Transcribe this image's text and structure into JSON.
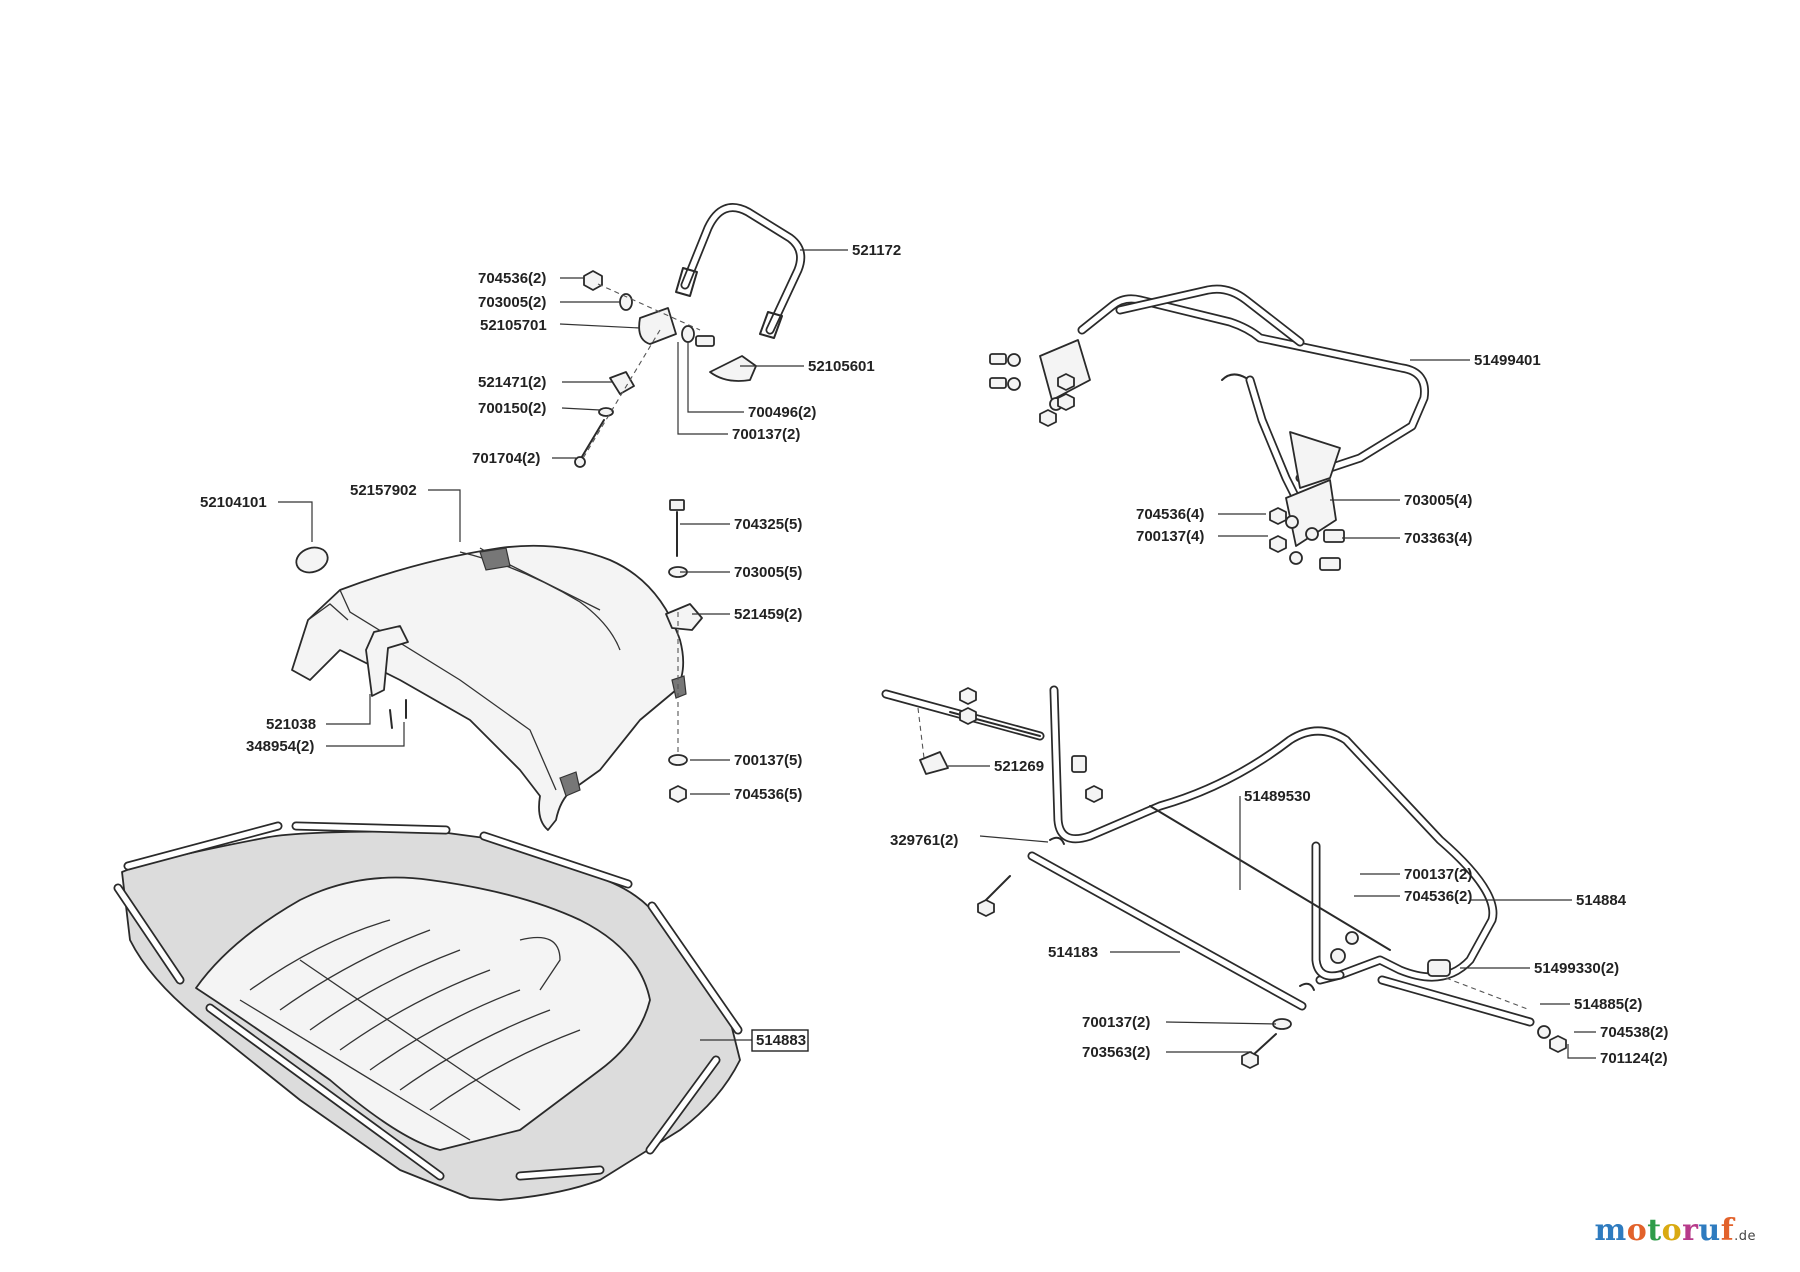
{
  "watermark": {
    "letters": [
      "m",
      "o",
      "t",
      "o",
      "r",
      "u",
      "f"
    ],
    "tld": ".de"
  },
  "parts": [
    {
      "id": "521172",
      "label": "521172"
    },
    {
      "id": "704536-2-top",
      "label": "704536(2)"
    },
    {
      "id": "703005-2",
      "label": "703005(2)"
    },
    {
      "id": "52105701",
      "label": "52105701"
    },
    {
      "id": "52105601",
      "label": "52105601"
    },
    {
      "id": "521471-2",
      "label": "521471(2)"
    },
    {
      "id": "700150-2",
      "label": "700150(2)"
    },
    {
      "id": "700496-2",
      "label": "700496(2)"
    },
    {
      "id": "700137-2-top",
      "label": "700137(2)"
    },
    {
      "id": "701704-2",
      "label": "701704(2)"
    },
    {
      "id": "51499401",
      "label": "51499401"
    },
    {
      "id": "704536-4",
      "label": "704536(4)"
    },
    {
      "id": "700137-4",
      "label": "700137(4)"
    },
    {
      "id": "703005-4",
      "label": "703005(4)"
    },
    {
      "id": "703363-4",
      "label": "703363(4)"
    },
    {
      "id": "52104101",
      "label": "52104101"
    },
    {
      "id": "52157902",
      "label": "52157902"
    },
    {
      "id": "704325-5",
      "label": "704325(5)"
    },
    {
      "id": "703005-5",
      "label": "703005(5)"
    },
    {
      "id": "521459-2",
      "label": "521459(2)"
    },
    {
      "id": "521038",
      "label": "521038"
    },
    {
      "id": "348954-2",
      "label": "348954(2)"
    },
    {
      "id": "700137-5",
      "label": "700137(5)"
    },
    {
      "id": "704536-5",
      "label": "704536(5)"
    },
    {
      "id": "521269",
      "label": "521269"
    },
    {
      "id": "51489530",
      "label": "51489530"
    },
    {
      "id": "329761-2",
      "label": "329761(2)"
    },
    {
      "id": "700137-2-mid",
      "label": "700137(2)"
    },
    {
      "id": "704536-2-mid",
      "label": "704536(2)"
    },
    {
      "id": "514884",
      "label": "514884"
    },
    {
      "id": "514183",
      "label": "514183"
    },
    {
      "id": "51499330-2",
      "label": "51499330(2)"
    },
    {
      "id": "514885-2",
      "label": "514885(2)"
    },
    {
      "id": "704538-2",
      "label": "704538(2)"
    },
    {
      "id": "701124-2",
      "label": "701124(2)"
    },
    {
      "id": "700137-2-bot",
      "label": "700137(2)"
    },
    {
      "id": "703563-2",
      "label": "703563(2)"
    },
    {
      "id": "514883",
      "label": "514883"
    }
  ]
}
